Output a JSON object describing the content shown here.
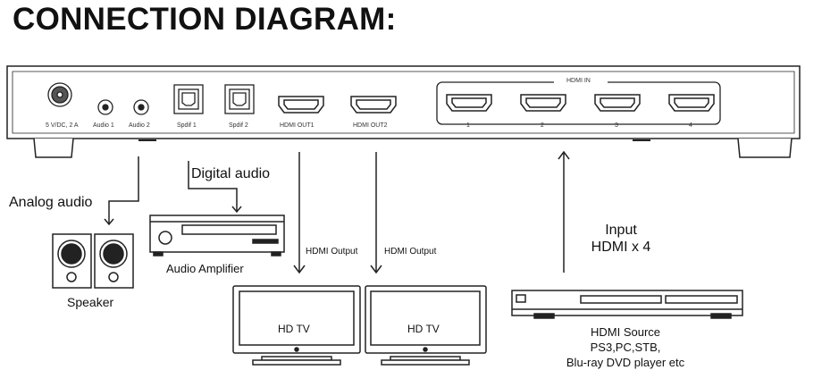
{
  "title": "CONNECTION DIAGRAM:",
  "device": {
    "hdmi_in_label": "HDMI IN",
    "ports": {
      "power": "5 V/DC, 2 A",
      "audio1": "Audio 1",
      "audio2": "Audio 2",
      "spdif1": "Spdif 1",
      "spdif2": "Spdif 2",
      "hdmi_out1": "HDMI OUT1",
      "hdmi_out2": "HDMI OUT2",
      "in1": "1",
      "in2": "2",
      "in3": "3",
      "in4": "4"
    }
  },
  "labels": {
    "analog_audio": "Analog audio",
    "digital_audio": "Digital audio",
    "audio_amplifier": "Audio Amplifier",
    "speaker": "Speaker",
    "hdmi_output_1": "HDMI Output",
    "hdmi_output_2": "HDMI Output",
    "input_line1": "Input",
    "input_line2": "HDMI x 4",
    "tv1": "HD TV",
    "tv2": "HD TV",
    "source_line1": "HDMI Source",
    "source_line2": "PS3,PC,STB,",
    "source_line3": "Blu-ray DVD player etc"
  }
}
